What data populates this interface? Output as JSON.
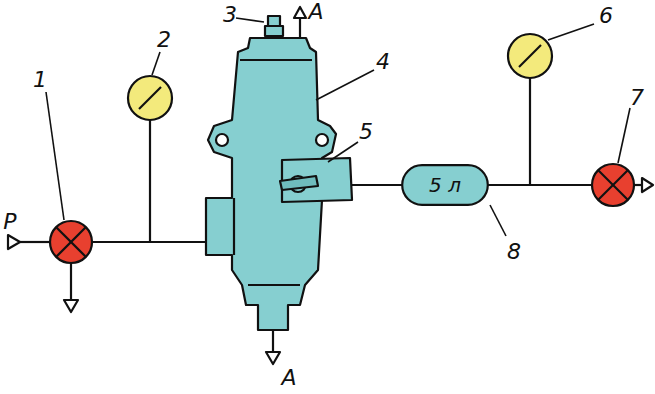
{
  "diagram": {
    "nodes": [
      {
        "text": [
          "5 л"
        ]
      }
    ],
    "labels": [
      "3",
      "A",
      "4",
      "2",
      "6",
      "1",
      "7",
      "5",
      "P",
      "8",
      "A"
    ]
  }
}
